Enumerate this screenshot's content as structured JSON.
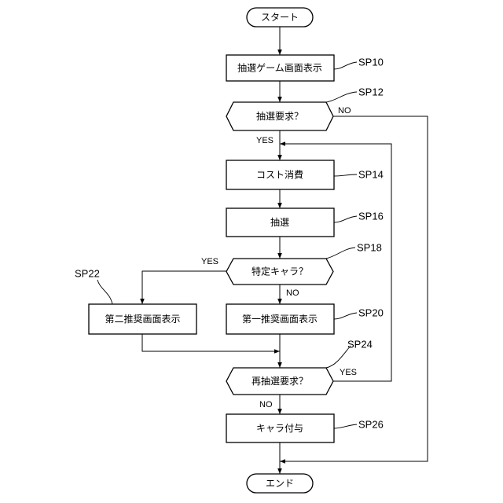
{
  "flowchart": {
    "start": "スタート",
    "end": "エンド",
    "steps": {
      "sp10": {
        "id": "SP10",
        "label": "抽選ゲーム画面表示"
      },
      "sp12": {
        "id": "SP12",
        "label": "抽選要求？"
      },
      "sp14": {
        "id": "SP14",
        "label": "コスト消費"
      },
      "sp16": {
        "id": "SP16",
        "label": "抽選"
      },
      "sp18": {
        "id": "SP18",
        "label": "特定キャラ？"
      },
      "sp20": {
        "id": "SP20",
        "label": "第一推奨画面表示"
      },
      "sp22": {
        "id": "SP22",
        "label": "第二推奨画面表示"
      },
      "sp24": {
        "id": "SP24",
        "label": "再抽選要求？"
      },
      "sp26": {
        "id": "SP26",
        "label": "キャラ付与"
      }
    },
    "branches": {
      "sp12_yes": "YES",
      "sp12_no": "NO",
      "sp18_yes": "YES",
      "sp18_no": "NO",
      "sp24_yes": "YES",
      "sp24_no": "NO"
    }
  }
}
